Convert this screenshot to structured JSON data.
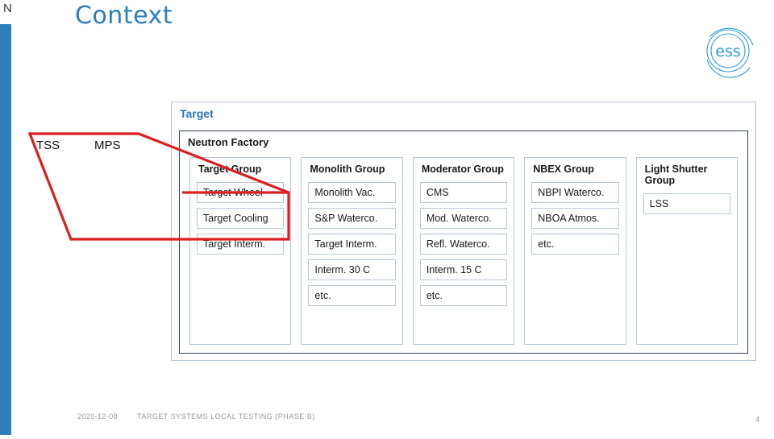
{
  "slide": {
    "marker": "N",
    "title": "Context"
  },
  "logo": {
    "name": "ess-logo",
    "text": "ess"
  },
  "annotations": {
    "tss": "TSS",
    "mps": "MPS",
    "shape_color": "#d91f20"
  },
  "diagram": {
    "outer_label": "Target",
    "inner_label": "Neutron Factory",
    "groups": [
      {
        "title": "Target Group",
        "items": [
          "Target Wheel",
          "Target Cooling",
          "Target Interm."
        ]
      },
      {
        "title": "Monolith Group",
        "items": [
          "Monolith Vac.",
          "S&P Waterco.",
          "Target Interm.",
          "Interm. 30 C",
          "etc."
        ]
      },
      {
        "title": "Moderator Group",
        "items": [
          "CMS",
          "Mod. Waterco.",
          "Refl. Waterco.",
          "Interm. 15 C",
          "etc."
        ]
      },
      {
        "title": "NBEX Group",
        "items": [
          "NBPI Waterco.",
          "NBOA Atmos.",
          "etc."
        ]
      },
      {
        "title": "Light Shutter Group",
        "items": [
          "LSS"
        ]
      }
    ]
  },
  "footer": {
    "date": "2020-12-08",
    "text": "TARGET SYSTEMS LOCAL TESTING (PHASE B)",
    "page": "4"
  },
  "colors": {
    "accent_bar": "#2c7fb8",
    "title": "#2c7fb8",
    "box_border": "#b6c8da",
    "annotation": "#d91f20"
  }
}
